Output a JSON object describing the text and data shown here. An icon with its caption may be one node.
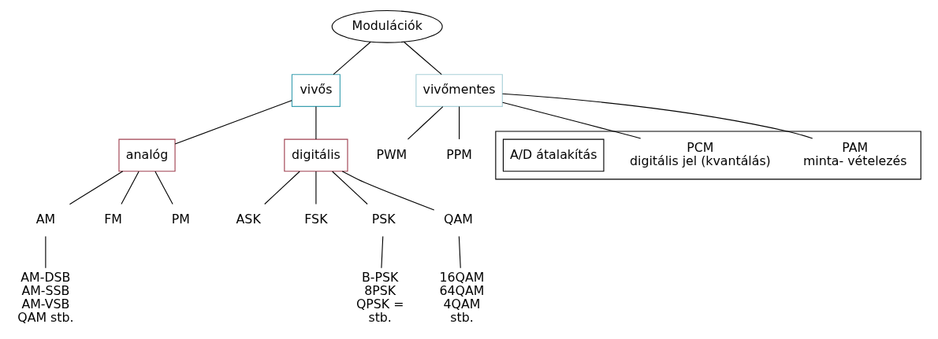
{
  "diagram": {
    "nodes": [
      {
        "text": [
          "Modulációk"
        ]
      },
      {
        "text": [
          "vivős"
        ]
      },
      {
        "text": [
          "vivőmentes"
        ]
      },
      {
        "text": [
          "analóg"
        ]
      },
      {
        "text": [
          "digitális"
        ]
      },
      {
        "text": [
          "AM"
        ]
      },
      {
        "text": [
          "FM"
        ]
      },
      {
        "text": [
          "PM"
        ]
      },
      {
        "text": [
          "ASK"
        ]
      },
      {
        "text": [
          "FSK"
        ]
      },
      {
        "text": [
          "PSK"
        ]
      },
      {
        "text": [
          "QAM"
        ]
      },
      {
        "text": [
          "AM-DSB",
          "AM-SSB",
          "AM-VSB",
          "QAM stb."
        ]
      },
      {
        "text": [
          "B-PSK",
          "8PSK",
          "QPSK =",
          "stb."
        ]
      },
      {
        "text": [
          "16QAM",
          "64QAM",
          "4QAM",
          "stb."
        ]
      },
      {
        "text": [
          "PWM"
        ]
      },
      {
        "text": [
          "PPM"
        ]
      },
      {
        "text": [],
        "shape": "box"
      },
      {
        "text": [
          "PAM",
          "minta- vételezés"
        ],
        "in": 17
      },
      {
        "text": [
          "PCM",
          "digitális jel (kvantálás)"
        ],
        "in": 17
      },
      {
        "text": [
          "A/D átalakítás"
        ],
        "in": 17
      }
    ],
    "edges": [
      {
        "from": 0,
        "to": 1,
        "arrow": "none"
      },
      {
        "from": 0,
        "to": 2,
        "arrow": "none"
      },
      {
        "from": 1,
        "to": 3,
        "arrow": "none"
      },
      {
        "from": 1,
        "to": 4,
        "arrow": "none"
      },
      {
        "from": 3,
        "to": 5,
        "arrow": "none"
      },
      {
        "from": 3,
        "to": 6,
        "arrow": "none"
      },
      {
        "from": 3,
        "to": 7,
        "arrow": "none"
      },
      {
        "from": 4,
        "to": 8,
        "arrow": "none"
      },
      {
        "from": 4,
        "to": 9,
        "arrow": "none"
      },
      {
        "from": 4,
        "to": 10,
        "arrow": "none"
      },
      {
        "from": 4,
        "to": 11,
        "arrow": "none"
      },
      {
        "from": 5,
        "to": 12,
        "arrow": "none"
      },
      {
        "from": 10,
        "to": 13,
        "arrow": "none"
      },
      {
        "from": 11,
        "to": 14,
        "arrow": "none"
      },
      {
        "from": 2,
        "to": 15,
        "arrow": "none"
      },
      {
        "from": 2,
        "to": 16,
        "arrow": "none"
      },
      {
        "from": 2,
        "to": 18,
        "arrow": "none"
      },
      {
        "from": 2,
        "to": 19,
        "arrow": "none"
      }
    ]
  }
}
